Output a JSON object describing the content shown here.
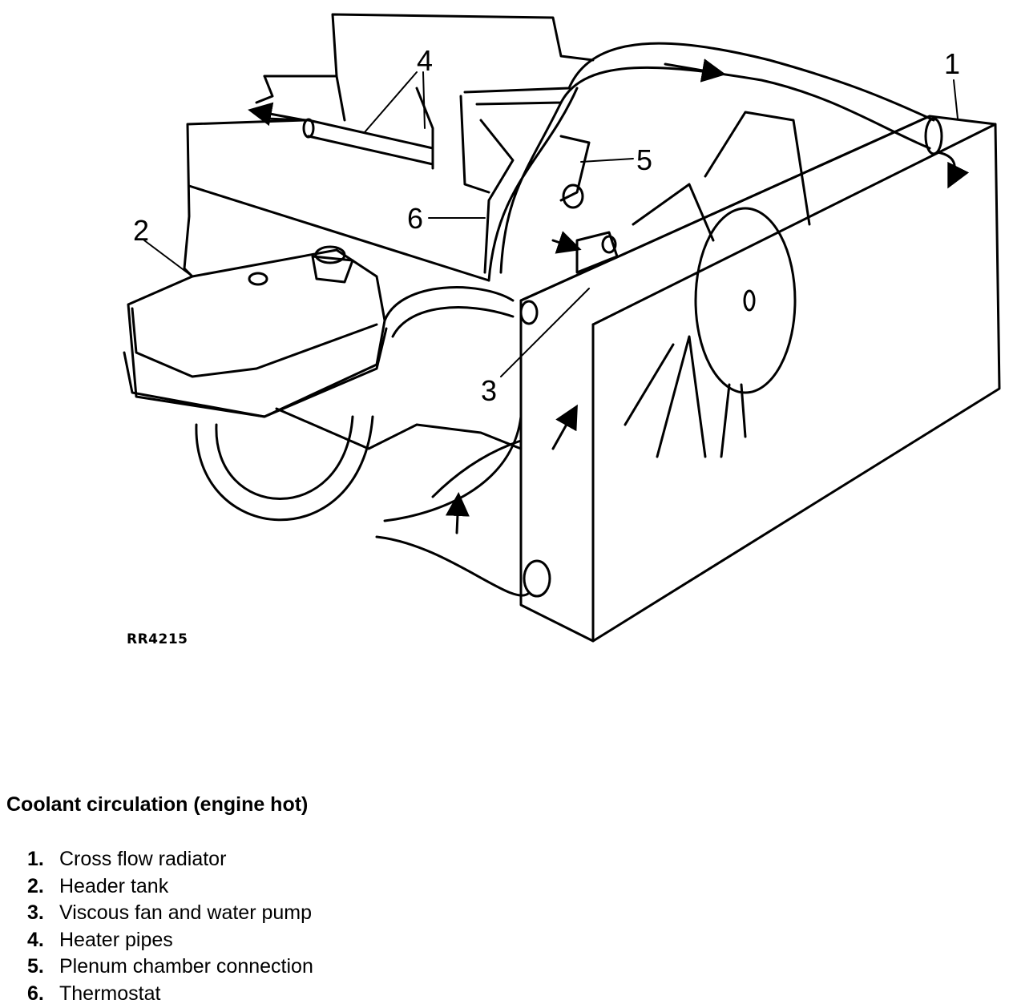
{
  "callouts": {
    "c1": "1",
    "c2": "2",
    "c3": "3",
    "c4": "4",
    "c5": "5",
    "c6": "6"
  },
  "figure_ref": "RR4215",
  "caption": "Coolant circulation (engine hot)",
  "legend": [
    {
      "num": "1.",
      "text": "Cross flow radiator"
    },
    {
      "num": "2.",
      "text": "Header tank"
    },
    {
      "num": "3.",
      "text": "Viscous fan and water pump"
    },
    {
      "num": "4.",
      "text": "Heater pipes"
    },
    {
      "num": "5.",
      "text": "Plenum chamber connection"
    },
    {
      "num": "6.",
      "text": "Thermostat"
    }
  ]
}
